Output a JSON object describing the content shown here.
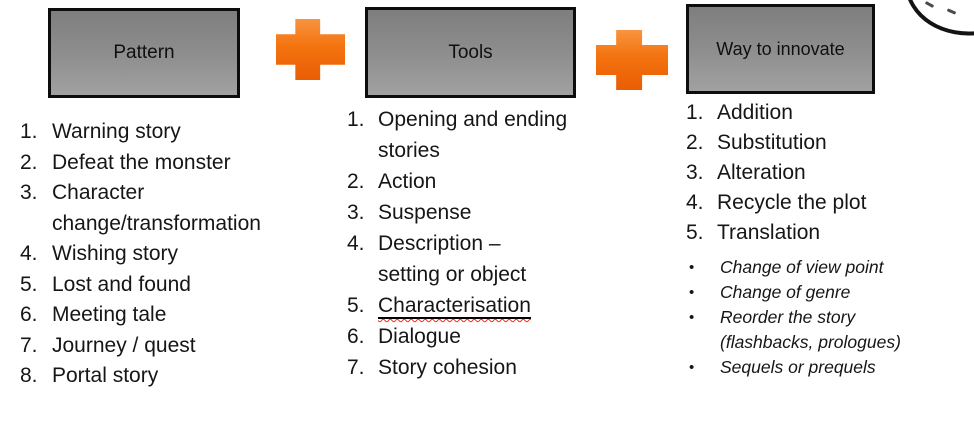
{
  "boxes": {
    "pattern": {
      "label": "Pattern"
    },
    "tools": {
      "label": "Tools"
    },
    "way": {
      "label": "Way to innovate"
    }
  },
  "connectors": {
    "shape": "plus-icon",
    "color": "#f3730f"
  },
  "colors": {
    "box_fill_top": "#7e7e7e",
    "box_fill_bottom": "#a1a1a1",
    "box_border": "#0d0d0d",
    "accent_orange": "#f3730f",
    "spellcheck_red": "#ff2116",
    "text": "#161616",
    "background": "#ffffff"
  },
  "lists": {
    "pattern": [
      "Warning story",
      "Defeat the monster",
      "Character\nchange/transformation",
      "Wishing story",
      "Lost and found",
      "Meeting tale",
      "Journey / quest",
      "Portal story"
    ],
    "tools": [
      "Opening and ending\nstories",
      "Action",
      "Suspense",
      "Description –\nsetting or object",
      {
        "text": "Characterisation",
        "underline": true,
        "spellcheck": true
      },
      "Dialogue",
      "Story cohesion"
    ],
    "innovate": [
      "Addition",
      "Substitution",
      "Alteration",
      "Recycle the plot",
      "Translation"
    ],
    "innovate_bullets": [
      "Change of view point",
      "Change of genre",
      "Reorder the story\n(flashbacks, prologues)",
      "Sequels or prequels"
    ]
  },
  "markers": {
    "bullet": "•",
    "number_suffix": "."
  }
}
